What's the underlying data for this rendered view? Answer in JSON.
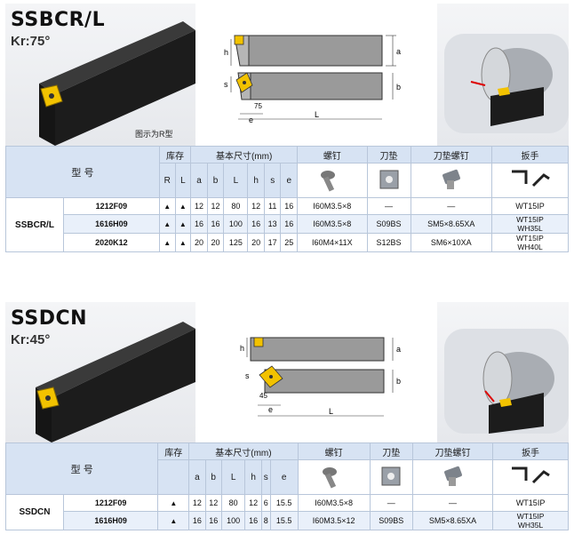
{
  "sections": [
    {
      "title": "SSBCR/L",
      "kr": "Kr:75°",
      "caption": "图示为R型",
      "diagram_labels": {
        "h": "h",
        "a": "a",
        "s": "s",
        "b": "b",
        "angle": "75",
        "e": "e",
        "l": "L"
      },
      "header": {
        "model": "型 号",
        "stock": "库存",
        "dims": "基本尺寸(mm)",
        "screw": "螺钉",
        "shim": "刀垫",
        "shim_screw": "刀垫螺钉",
        "wrench": "扳手",
        "cols": [
          "R",
          "L",
          "a",
          "b",
          "L",
          "h",
          "s",
          "e"
        ]
      },
      "model_name": "SSBCR/L",
      "rows": [
        {
          "code": "1212F09",
          "r": "▲",
          "l": "▲",
          "a": "12",
          "b": "12",
          "L": "80",
          "h": "12",
          "s": "11",
          "e": "16",
          "screw": "I60M3.5×8",
          "shim": "—",
          "shim_screw": "—",
          "wrench": "WT15IP",
          "wrench2": ""
        },
        {
          "code": "1616H09",
          "r": "▲",
          "l": "▲",
          "a": "16",
          "b": "16",
          "L": "100",
          "h": "16",
          "s": "13",
          "e": "16",
          "screw": "I60M3.5×8",
          "shim": "S09BS",
          "shim_screw": "SM5×8.65XA",
          "wrench": "WT15IP",
          "wrench2": "WH35L"
        },
        {
          "code": "2020K12",
          "r": "▲",
          "l": "▲",
          "a": "20",
          "b": "20",
          "L": "125",
          "h": "20",
          "s": "17",
          "e": "25",
          "screw": "I60M4×11X",
          "shim": "S12BS",
          "shim_screw": "SM6×10XA",
          "wrench": "WT15IP",
          "wrench2": "WH40L"
        }
      ]
    },
    {
      "title": "SSDCN",
      "kr": "Kr:45°",
      "diagram_labels": {
        "h": "h",
        "a": "a",
        "s": "s",
        "b": "b",
        "angle": "45",
        "e": "e",
        "l": "L"
      },
      "header": {
        "model": "型 号",
        "stock": "库存",
        "dims": "基本尺寸(mm)",
        "screw": "螺钉",
        "shim": "刀垫",
        "shim_screw": "刀垫螺钉",
        "wrench": "扳手",
        "cols": [
          "a",
          "b",
          "L",
          "h",
          "s",
          "e"
        ]
      },
      "model_name": "SSDCN",
      "rows": [
        {
          "code": "1212F09",
          "stock": "▲",
          "a": "12",
          "b": "12",
          "L": "80",
          "h": "12",
          "s": "6",
          "e": "15.5",
          "screw": "I60M3.5×8",
          "shim": "—",
          "shim_screw": "—",
          "wrench": "WT15IP",
          "wrench2": ""
        },
        {
          "code": "1616H09",
          "stock": "▲",
          "a": "16",
          "b": "16",
          "L": "100",
          "h": "16",
          "s": "8",
          "e": "15.5",
          "screw": "I60M3.5×12",
          "shim": "S09BS",
          "shim_screw": "SM5×8.65XA",
          "wrench": "WT15IP",
          "wrench2": "WH35L"
        }
      ]
    }
  ],
  "colors": {
    "table_header": "#d7e3f3",
    "row_alt": "#e9f0fa",
    "insert": "#f2c200",
    "tool_body": "#1c1c1c"
  },
  "icons": [
    "screw-icon",
    "shim-icon",
    "shim-screw-icon",
    "wrench-icon"
  ]
}
